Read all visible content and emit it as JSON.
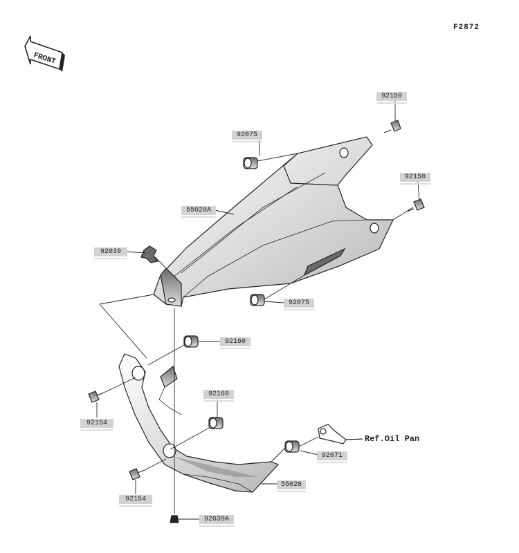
{
  "figure": {
    "code": "F2872"
  },
  "front_arrow": {
    "text": "FRONT"
  },
  "parts": [
    {
      "id": "p1",
      "number": "92150"
    },
    {
      "id": "p2",
      "number": "92075"
    },
    {
      "id": "p3",
      "number": "92150"
    },
    {
      "id": "p4",
      "number": "55028A"
    },
    {
      "id": "p5",
      "number": "92039"
    },
    {
      "id": "p6",
      "number": "92075"
    },
    {
      "id": "p7",
      "number": "92160"
    },
    {
      "id": "p8",
      "number": "92160"
    },
    {
      "id": "p9",
      "number": "92154"
    },
    {
      "id": "p10",
      "number": "92071"
    },
    {
      "id": "p11",
      "number": "55028"
    },
    {
      "id": "p12",
      "number": "92154"
    },
    {
      "id": "p13",
      "number": "92039A"
    }
  ],
  "reference": {
    "text": "Ref.Oil Pan"
  },
  "colors": {
    "line": "#222222",
    "label_bg": "#d2d2d2",
    "part_fill": "#ffffff",
    "shade": "#9a9a9a"
  }
}
